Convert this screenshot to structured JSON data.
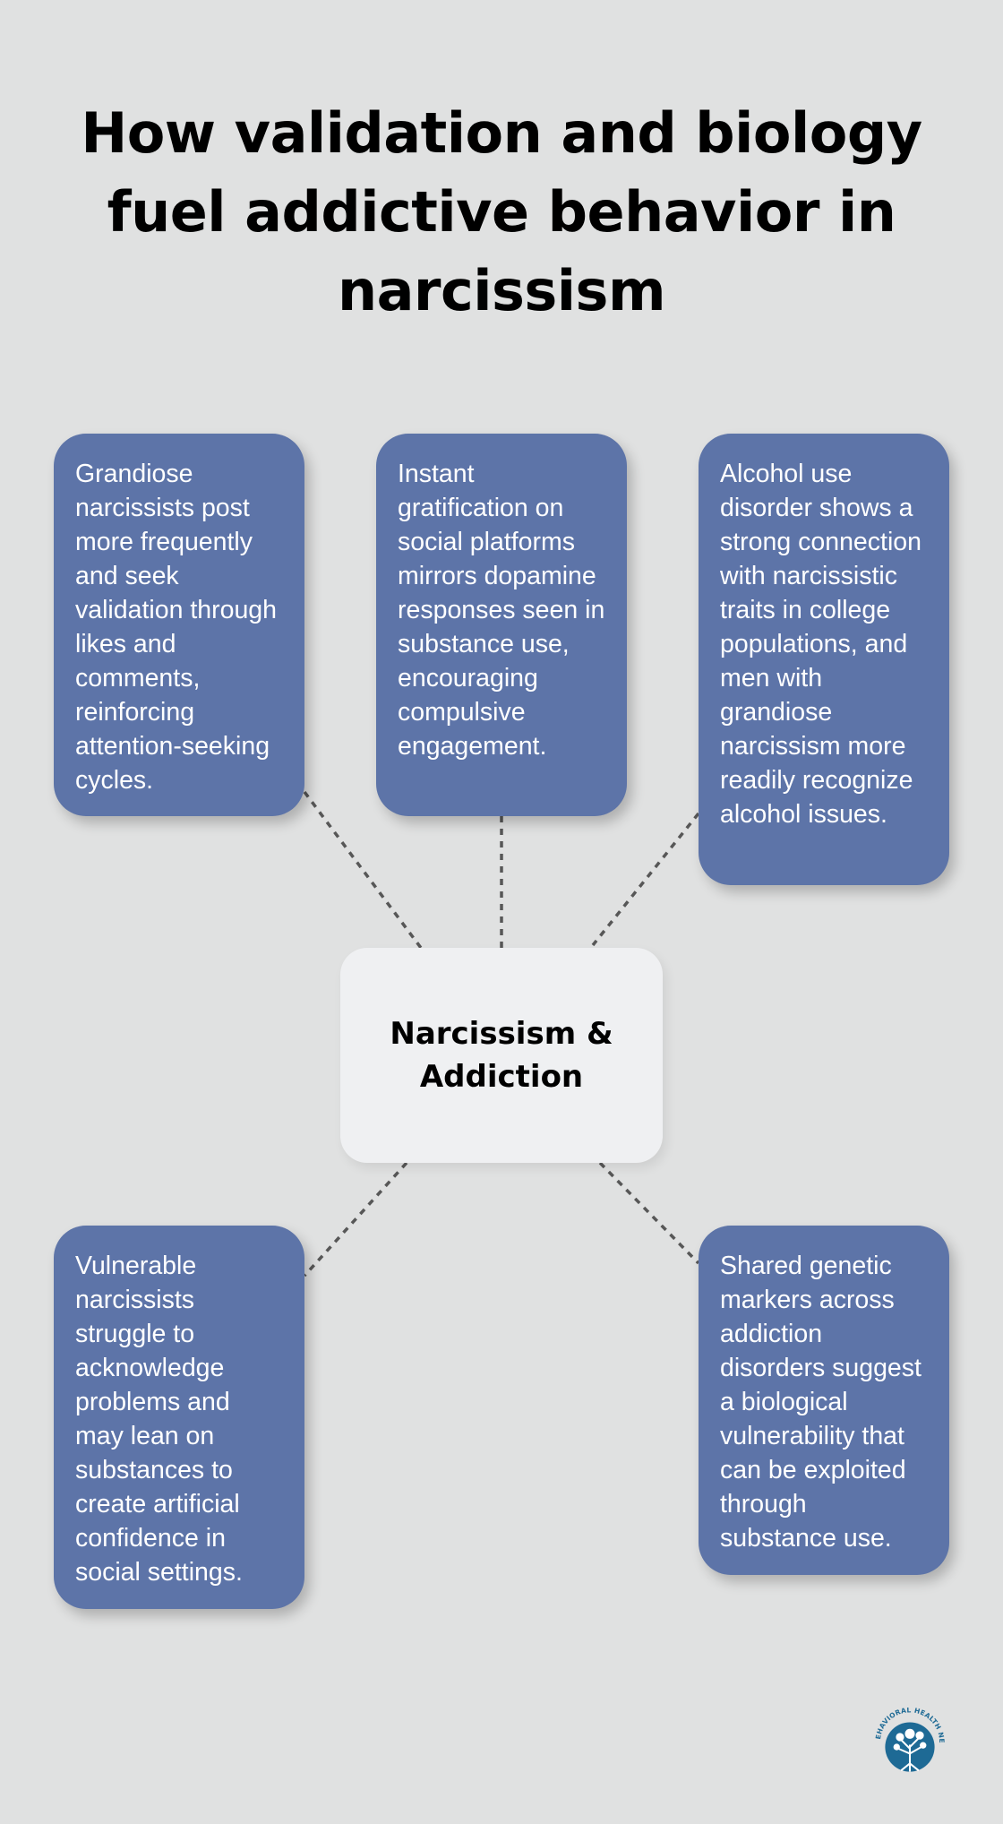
{
  "title": "How validation and biology fuel addictive behavior in narcissism",
  "center_node": {
    "label": "Narcissism & Addiction"
  },
  "cards": [
    {
      "text": "Grandiose narcissists post more frequently and seek validation through likes and comments, reinforcing attention-seeking cycles."
    },
    {
      "text": "Instant gratification on social platforms mirrors dopamine responses seen in substance use, encouraging compulsive engagement."
    },
    {
      "text": "Alcohol use disorder shows a strong connection with narcissistic traits in college populations, and men with grandiose narcissism more readily recognize alcohol issues."
    },
    {
      "text": "Vulnerable narcissists struggle to acknowledge problems and may lean on substances to create artificial confidence in social settings."
    },
    {
      "text": "Shared genetic markers across addiction disorders suggest a biological vulnerability that can be exploited through substance use."
    }
  ],
  "logo": {
    "text": "AMITY BEHAVIORAL HEALTH NETWORK",
    "icon": "tree-icon",
    "color": "#1e6a95"
  },
  "colors": {
    "background": "#e0e1e1",
    "card": "#5d74a8",
    "center_node": "#eff0f2",
    "connector": "#575757"
  }
}
